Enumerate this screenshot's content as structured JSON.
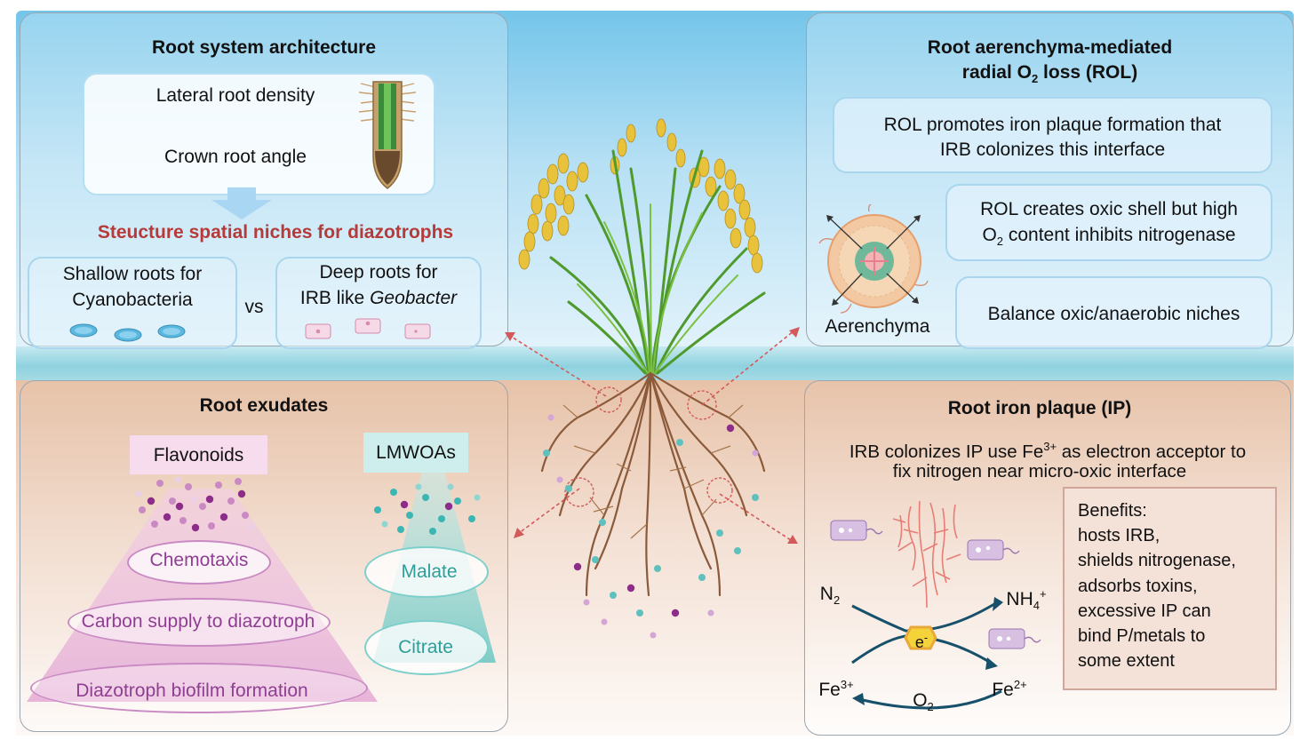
{
  "colors": {
    "sky_top": "#6fc3ea",
    "sky_bottom": "#e4f3fb",
    "soil_band": "#9fd7e2",
    "soil_top": "#e9c4ab",
    "soil_bottom": "#fbf5f1",
    "accent_red": "#b53a3a",
    "purple": "#9b4ca0",
    "teal": "#3cb6b2",
    "arrow_dark": "#17506a"
  },
  "root_system": {
    "title": "Root system architecture",
    "trait_1": "Lateral root density",
    "trait_2": "Crown root angle",
    "subtitle": "Steucture spatial niches for diazotrophs",
    "left_box": {
      "line1": "Shallow roots for",
      "line2": "Cyanobacteria"
    },
    "vs": "vs",
    "right_box": {
      "line1": "Deep roots for",
      "line2_plain": "IRB like ",
      "line2_italic": "Geobacter"
    }
  },
  "rol": {
    "title_line1": "Root aerenchyma-mediated",
    "title_line2_a": "radial O",
    "title_line2_sub": "2",
    "title_line2_b": " loss (ROL)",
    "box1_line1": "ROL promotes iron plaque formation that",
    "box1_line2": "IRB colonizes this interface",
    "box2_line1": "ROL creates oxic shell but high",
    "box2_line2_a": "O",
    "box2_line2_sub": "2",
    "box2_line2_b": " content inhibits nitrogenase",
    "box3": "Balance oxic/anaerobic niches",
    "aerenchyma_label": "Aerenchyma"
  },
  "exudates": {
    "title": "Root exudates",
    "flavonoids": "Flavonoids",
    "lmwoas": "LMWOAs",
    "chemotaxis": "Chemotaxis",
    "carbon": "Carbon supply to diazotroph",
    "biofilm": "Diazotroph biofilm formation",
    "malate": "Malate",
    "citrate": "Citrate"
  },
  "iron_plaque": {
    "title": "Root iron plaque (IP)",
    "desc_line1_a": "IRB colonizes IP use Fe",
    "desc_line1_sup": "3+",
    "desc_line1_b": " as electron acceptor to",
    "desc_line2": "fix nitrogen near micro-oxic interface",
    "n2": "N",
    "n2_sub": "2",
    "nh4": "NH",
    "nh4_sub": "4",
    "nh4_sup": "+",
    "electron": "e",
    "electron_sup": "-",
    "fe3": "Fe",
    "fe3_sup": "3+",
    "fe2": "Fe",
    "fe2_sup": "2+",
    "o2": "O",
    "o2_sub": "2",
    "benefits": [
      "Benefits:",
      "hosts IRB,",
      "shields nitrogenase,",
      "adsorbs toxins,",
      "excessive IP can",
      "bind P/metals to",
      "some extent"
    ]
  }
}
